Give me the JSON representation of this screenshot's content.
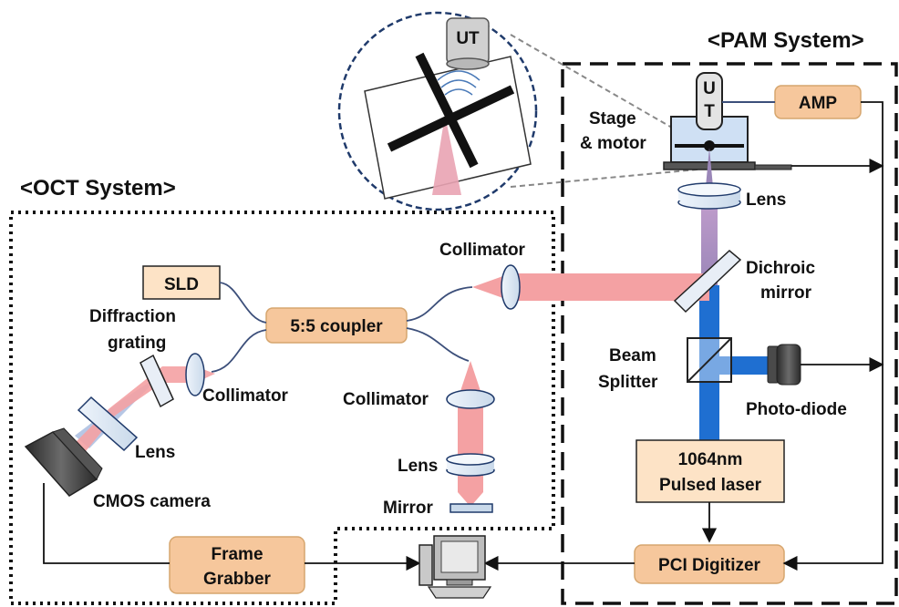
{
  "systems": {
    "oct_title": "<OCT System>",
    "pam_title": "<PAM System>"
  },
  "components": {
    "sld": "SLD",
    "coupler": "5:5 coupler",
    "frame_grabber_line1": "Frame",
    "frame_grabber_line2": "Grabber",
    "amp": "AMP",
    "laser_line1": "1064nm",
    "laser_line2": "Pulsed laser",
    "pci_digitizer": "PCI Digitizer",
    "ut_inset": "UT",
    "ut_probe_u": "U",
    "ut_probe_t": "T"
  },
  "labels": {
    "diffraction_line1": "Diffraction",
    "diffraction_line2": "grating",
    "collimator_left": "Collimator",
    "lens_left": "Lens",
    "cmos_camera": "CMOS camera",
    "collimator_sample": "Collimator",
    "collimator_ref": "Collimator",
    "lens_ref": "Lens",
    "mirror_ref": "Mirror",
    "stage_line1": "Stage",
    "stage_line2": "& motor",
    "lens_pam": "Lens",
    "dichroic_line1": "Dichroic",
    "dichroic_line2": "mirror",
    "beam_line1": "Beam",
    "beam_line2": "Splitter",
    "photo_diode": "Photo-diode"
  },
  "colors": {
    "box_fill": "#f6c79c",
    "laser_box_fill": "#fde3c6",
    "oct_beam": "#f4a1a3",
    "pam_beam": "#1f6fd1",
    "fiber": "#3c4f7a",
    "water": "#cfe0f4"
  }
}
